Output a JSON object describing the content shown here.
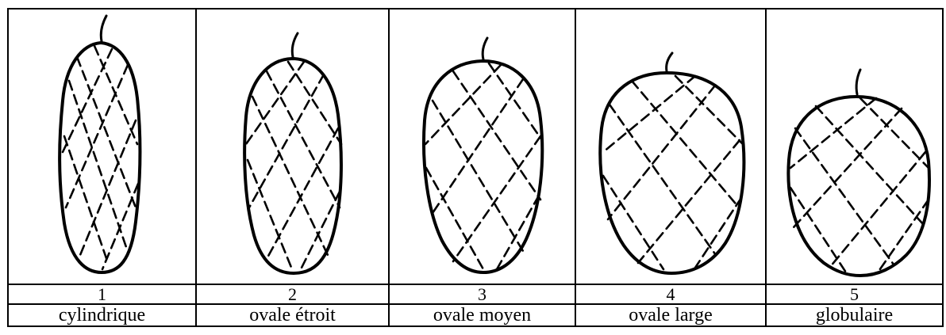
{
  "cones": [
    {
      "number": "1",
      "label": "cylindrique"
    },
    {
      "number": "2",
      "label": "ovale étroit"
    },
    {
      "number": "3",
      "label": "ovale moyen"
    },
    {
      "number": "4",
      "label": "ovale large"
    },
    {
      "number": "5",
      "label": "globulaire"
    }
  ]
}
